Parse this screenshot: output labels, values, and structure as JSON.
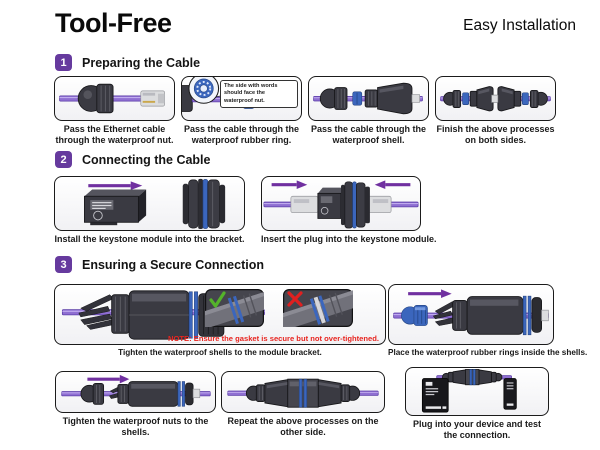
{
  "header": {
    "title": "Tool-Free",
    "subtitle": "Easy Installation"
  },
  "colors": {
    "accent_purple": "#663A9E",
    "arrow_purple": "#7030A0",
    "cable_purple": "#8F6FD2",
    "ring_blue": "#3B66BD",
    "note_red": "#E8241F",
    "check_green": "#54B32A",
    "cross_red": "#E02020"
  },
  "steps": [
    {
      "number": "1",
      "title": "Preparing the Cable",
      "panels": [
        {
          "caption": "Pass the Ethernet cable through the waterproof nut."
        },
        {
          "caption": "Pass the cable through the waterproof rubber ring.",
          "callout": "The side with words should face the waterproof nut."
        },
        {
          "caption": "Pass the cable through the waterproof shell."
        },
        {
          "caption": "Finish the above processes on both sides."
        }
      ]
    },
    {
      "number": "2",
      "title": "Connecting the Cable",
      "panels": [
        {
          "caption": "Install the keystone module into the bracket."
        },
        {
          "caption": "Insert the plug into the keystone module."
        }
      ]
    },
    {
      "number": "3",
      "title": "Ensuring a Secure Connection",
      "panels": [
        {
          "caption": "Tighten the waterproof shells to the module bracket.",
          "note": "NOTE: Ensure the gasket is secure but not over-tightened."
        },
        {
          "caption": "Place the waterproof rubber rings inside the shells."
        },
        {
          "caption": "Tighten the waterproof nuts to the shells."
        },
        {
          "caption": "Repeat the above processes on the other side."
        },
        {
          "caption": "Plug into your device and test the connection."
        }
      ]
    }
  ]
}
